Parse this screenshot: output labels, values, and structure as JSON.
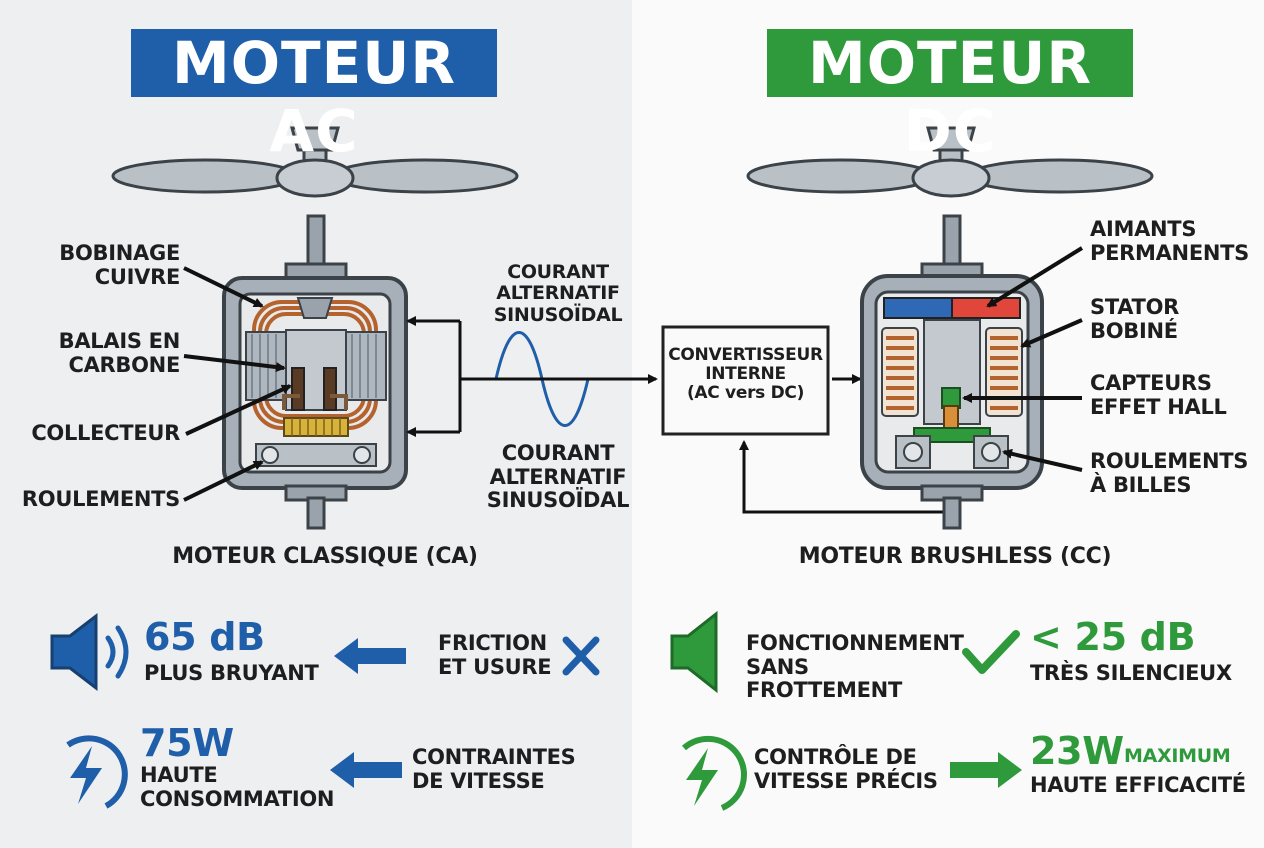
{
  "colors": {
    "ac_blue": "#1f5ea8",
    "dc_green": "#2f9a3c",
    "copper": "#b5632e",
    "metal": "#9aa3ab"
  },
  "ac": {
    "banner": "MOTEUR AC",
    "caption": "MOTEUR CLASSIQUE (CA)",
    "labels": {
      "winding": "BOBINAGE\nCUIVRE",
      "brushes": "BALAIS EN\nCARBONE",
      "commutator": "COLLECTEUR",
      "bearings": "ROULEMENTS"
    },
    "noise": {
      "value": "65 dB",
      "desc": "PLUS BRUYANT",
      "cause": "FRICTION\nET USURE",
      "icon": "speaker-icon",
      "mark": "cross-icon"
    },
    "power": {
      "value": "75W",
      "desc": "HAUTE\nCONSOMMATION",
      "cause": "CONTRAINTES\nDE VITESSE",
      "icon": "lightning-icon"
    }
  },
  "center": {
    "current_top": "COURANT ALTERNATIF\nSINUSOÏDAL",
    "current_bottom": "COURANT\nALTERNATIF\nSINUSOÏDAL",
    "converter": "CONVERTISSEUR\nINTERNE\n(AC vers DC)"
  },
  "dc": {
    "banner": "MOTEUR DC",
    "caption": "MOTEUR BRUSHLESS (CC)",
    "labels": {
      "magnets": "AIMANTS\nPERMANENTS",
      "stator": "STATOR\nBOBINÉ",
      "hall": "CAPTEURS\nEFFET HALL",
      "bearings": "ROULEMENTS\nÀ BILLES"
    },
    "noise": {
      "value": "< 25 dB",
      "desc": "TRÈS SILENCIEUX",
      "cause": "FONCTIONNEMENT\nSANS FROTTEMENT",
      "icon": "speaker-icon",
      "mark": "check-icon"
    },
    "power": {
      "value": "23W",
      "value_suffix": "MAXIMUM",
      "desc": "HAUTE EFFICACITÉ",
      "cause": "CONTRÔLE DE\nVITESSE PRÉCIS",
      "icon": "lightning-icon"
    }
  }
}
